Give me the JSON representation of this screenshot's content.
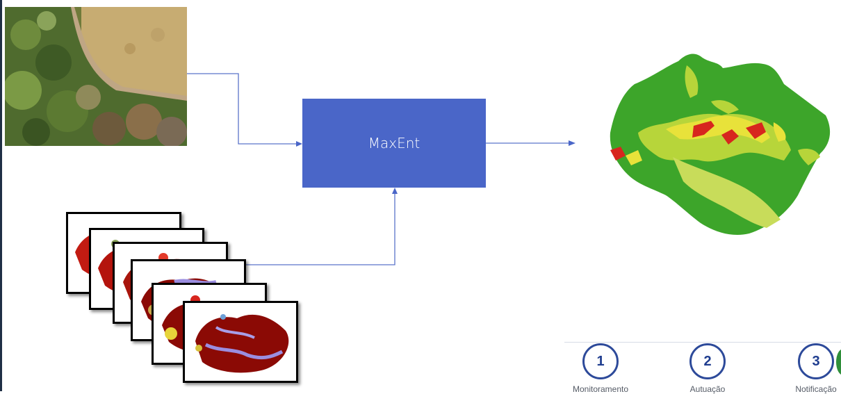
{
  "diagram": {
    "process_label": "MaxEnt",
    "steps": [
      {
        "number": "1",
        "label": "Monitoramento"
      },
      {
        "number": "2",
        "label": "Autuação"
      },
      {
        "number": "3",
        "label": "Notificação"
      }
    ]
  },
  "colors": {
    "process_box": "#4a66c8",
    "connector": "#5b73c9",
    "step_circle": "#2d4a9a",
    "map_green": "#3da52a",
    "map_yellow": "#e8e23a",
    "map_red": "#d7261e",
    "stack_map_red": "#8b0a05"
  },
  "icons": [
    "arrow-right-icon",
    "arrow-up-icon"
  ]
}
